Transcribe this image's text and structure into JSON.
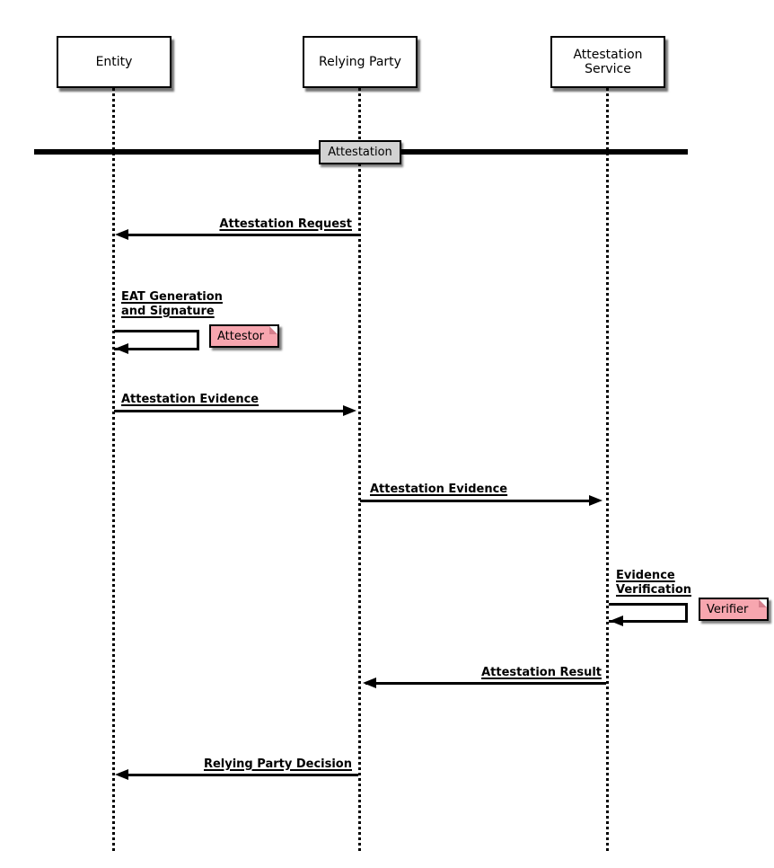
{
  "diagram": {
    "participants": [
      {
        "label": "Entity"
      },
      {
        "label": "Relying Party"
      },
      {
        "label": "Attestation Service"
      }
    ],
    "divider": {
      "label": "Attestation"
    },
    "messages": [
      {
        "from": "Relying Party",
        "to": "Entity",
        "label": "Attestation Request"
      },
      {
        "from": "Entity",
        "to": "Entity",
        "label_line1": "EAT Generation",
        "label_line2": "and Signature"
      },
      {
        "from": "Entity",
        "to": "Relying Party",
        "label": "Attestation Evidence"
      },
      {
        "from": "Relying Party",
        "to": "Attestation Service",
        "label": "Attestation Evidence"
      },
      {
        "from": "Attestation Service",
        "to": "Attestation Service",
        "label_line1": "Evidence",
        "label_line2": "Verification"
      },
      {
        "from": "Attestation Service",
        "to": "Relying Party",
        "label": "Attestation Result"
      },
      {
        "from": "Relying Party",
        "to": "Entity",
        "label": "Relying Party Decision"
      }
    ],
    "notes": [
      {
        "label": "Attestor",
        "attached_to": "EAT Generation and Signature"
      },
      {
        "label": "Verifier",
        "attached_to": "Evidence Verification"
      }
    ],
    "colors": {
      "note_fill": "#F7A6AF",
      "divider_label_fill": "#D2D2D2",
      "line": "#000000",
      "participant_fill": "#FFFFFF"
    }
  }
}
